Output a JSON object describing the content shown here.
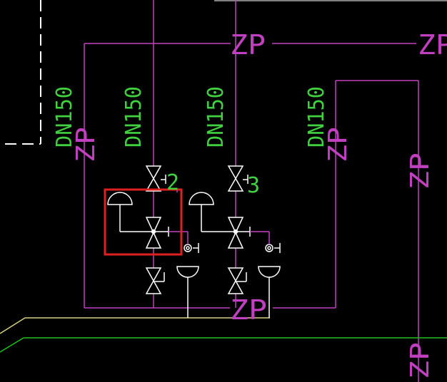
{
  "drawing": {
    "background": "#000000",
    "colors": {
      "pipe": "#c040c0",
      "white": "#ffffff",
      "green": "#20c020",
      "label_green": "#40d040",
      "yellow": "#d8d080",
      "highlight": "#e02020"
    },
    "labels": {
      "zp_top_center": "ZP",
      "zp_top_right": "ZP",
      "zp_bottom": "ZP",
      "zp_riser1": "ZP",
      "zp_riser4": "ZP",
      "zp_right_riser": "ZP",
      "zp_right_bottom": "ZP",
      "dn_1": "DN150",
      "dn_2": "DN150",
      "dn_3": "DN150",
      "dn_4": "DN150",
      "valve_num_2": "2",
      "valve_num_3": "3"
    }
  }
}
